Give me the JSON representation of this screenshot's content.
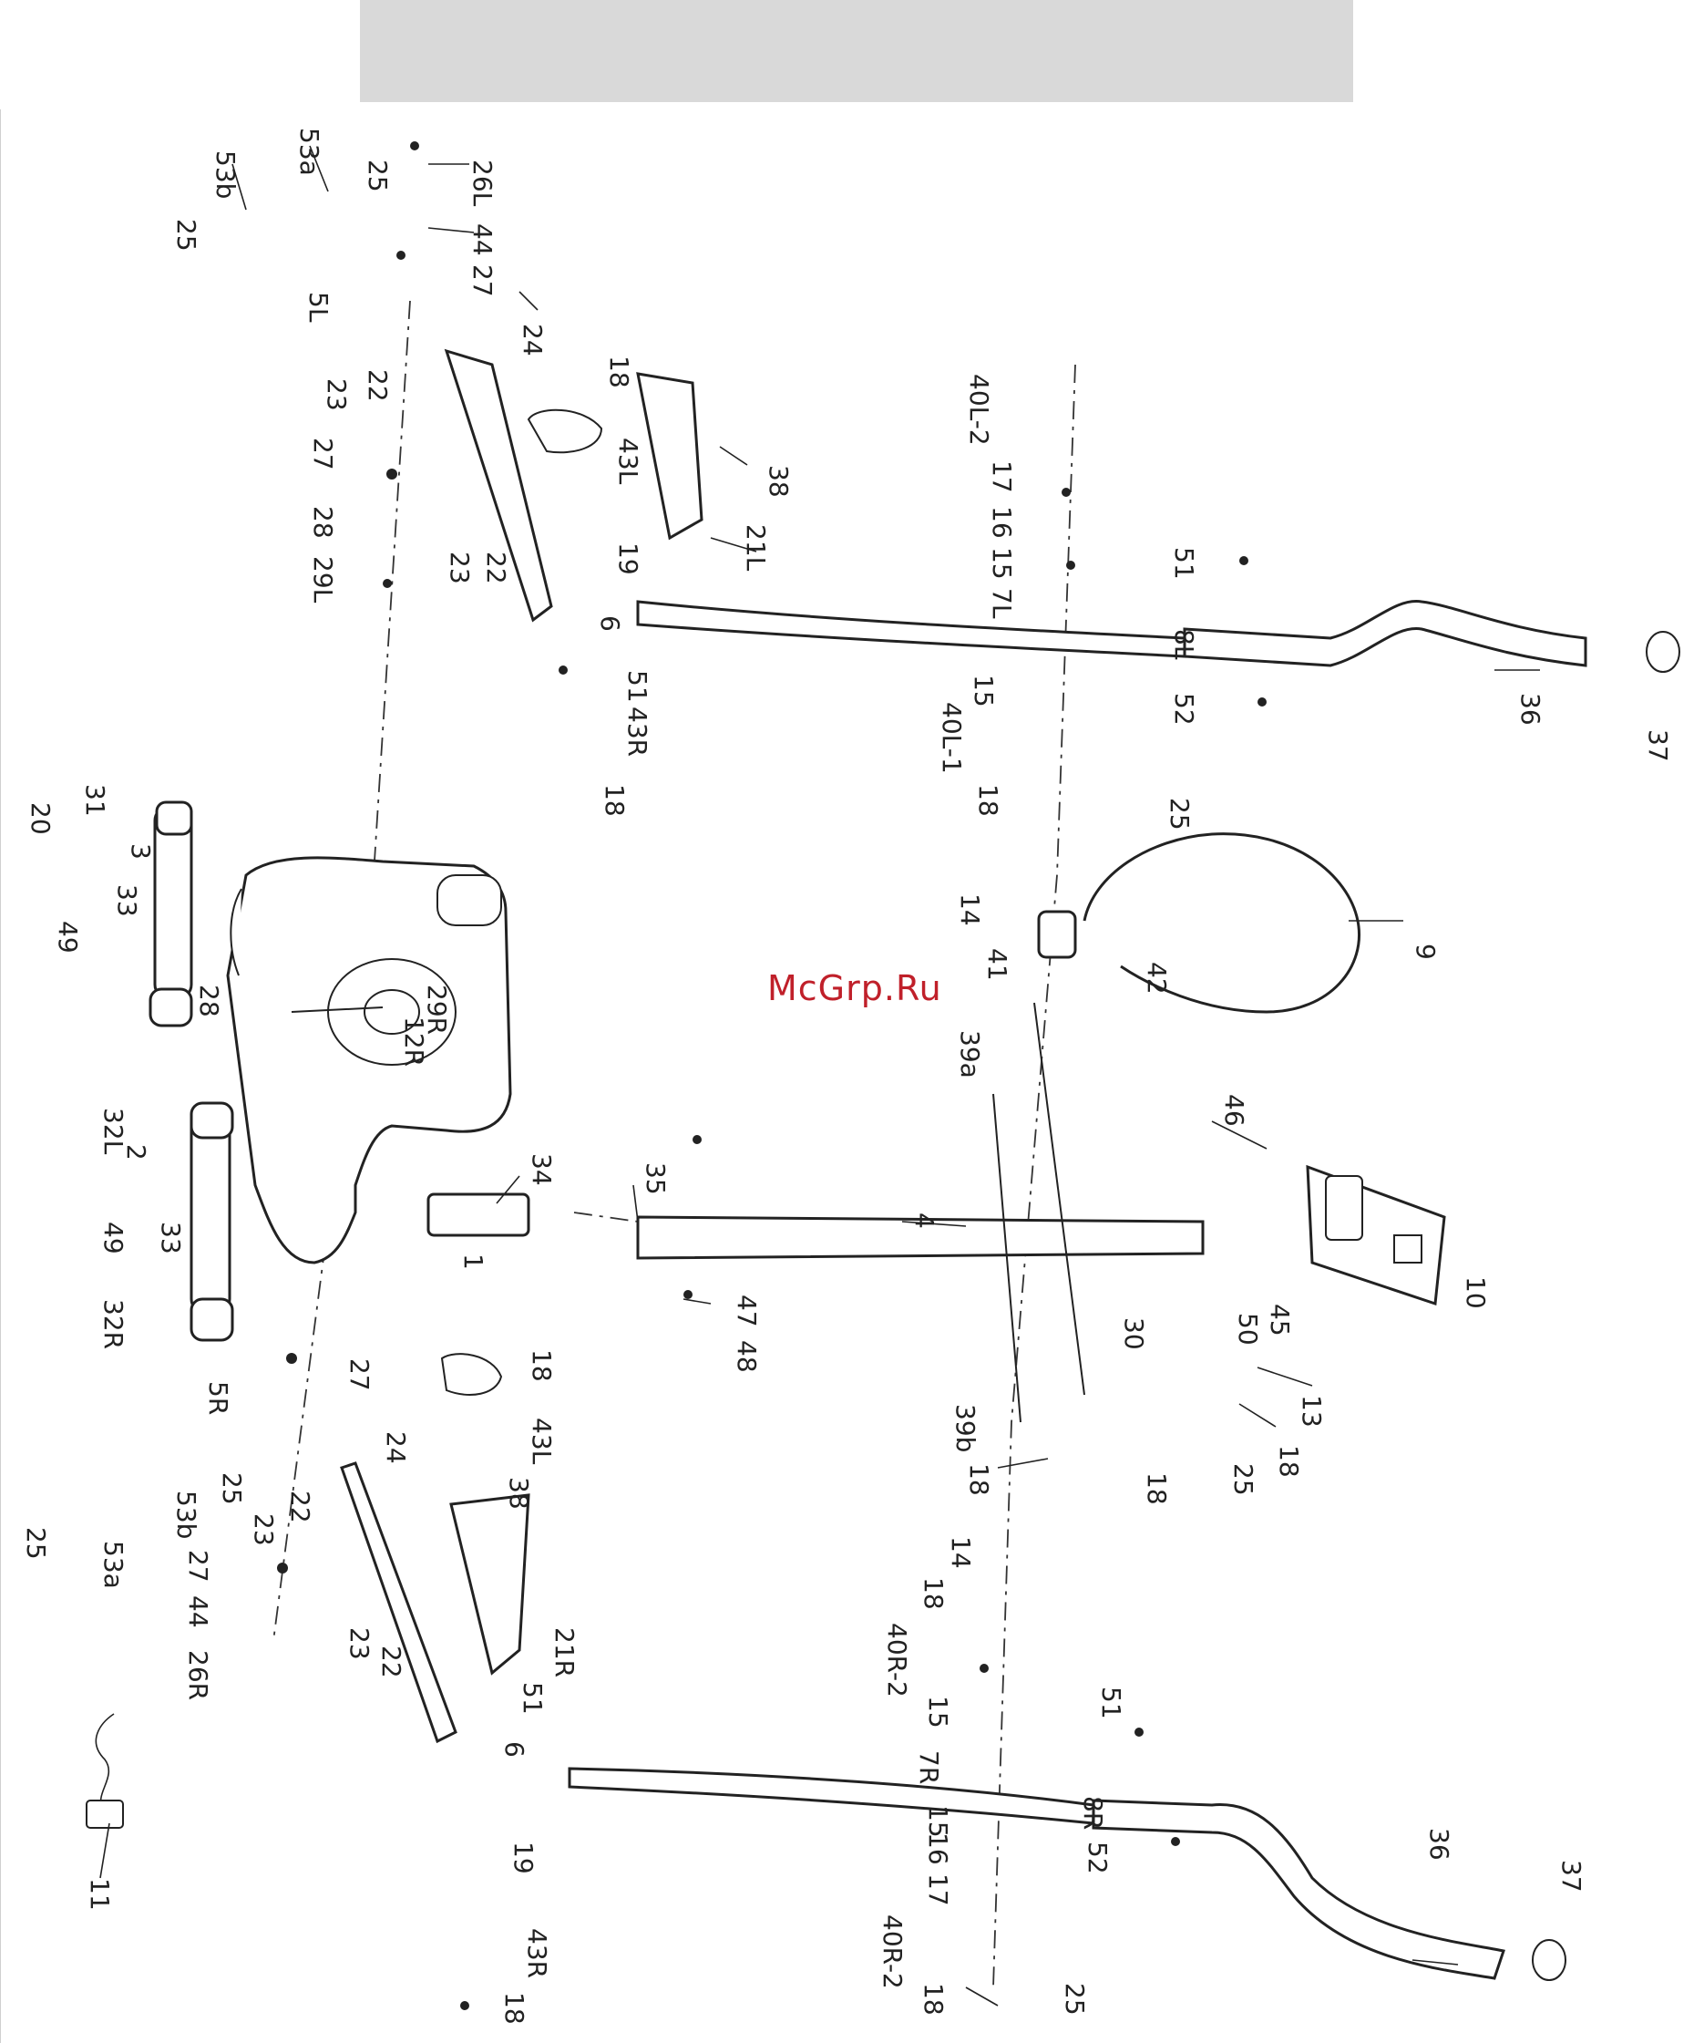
{
  "watermark": "McGrp.Ru",
  "callouts": [
    {
      "id": "c53a_top",
      "text": "53a"
    },
    {
      "id": "c53b_top",
      "text": "53b"
    },
    {
      "id": "c25_a",
      "text": "25"
    },
    {
      "id": "c25_b",
      "text": "25"
    },
    {
      "id": "c26L",
      "text": "26L"
    },
    {
      "id": "c44_top",
      "text": "44"
    },
    {
      "id": "c27_top",
      "text": "27"
    },
    {
      "id": "c5L",
      "text": "5L"
    },
    {
      "id": "c24_top",
      "text": "24"
    },
    {
      "id": "c22_top",
      "text": "22"
    },
    {
      "id": "c23_top",
      "text": "23"
    },
    {
      "id": "c18_top",
      "text": "18"
    },
    {
      "id": "c43L_top",
      "text": "43L"
    },
    {
      "id": "c38_top",
      "text": "38"
    },
    {
      "id": "c27_b",
      "text": "27"
    },
    {
      "id": "c28_top",
      "text": "28"
    },
    {
      "id": "c29L",
      "text": "29L"
    },
    {
      "id": "c23_b",
      "text": "23"
    },
    {
      "id": "c22_b",
      "text": "22"
    },
    {
      "id": "c19_top",
      "text": "19"
    },
    {
      "id": "c21L",
      "text": "21L"
    },
    {
      "id": "c6_top",
      "text": "6"
    },
    {
      "id": "c51_top",
      "text": "51"
    },
    {
      "id": "c43R_top",
      "text": "43R"
    },
    {
      "id": "c18_b",
      "text": "18"
    },
    {
      "id": "c40L2",
      "text": "40L-2"
    },
    {
      "id": "c17_top",
      "text": "17"
    },
    {
      "id": "c16_top",
      "text": "16"
    },
    {
      "id": "c15_top",
      "text": "15"
    },
    {
      "id": "c7L",
      "text": "7L"
    },
    {
      "id": "c8L",
      "text": "8L"
    },
    {
      "id": "c51_r",
      "text": "51"
    },
    {
      "id": "c52_top",
      "text": "52"
    },
    {
      "id": "c36_top",
      "text": "36"
    },
    {
      "id": "c37_top",
      "text": "37"
    },
    {
      "id": "c15_b",
      "text": "15"
    },
    {
      "id": "c40L1",
      "text": "40L-1"
    },
    {
      "id": "c18_c",
      "text": "18"
    },
    {
      "id": "c25_c",
      "text": "25"
    },
    {
      "id": "c14_top",
      "text": "14"
    },
    {
      "id": "c41",
      "text": "41"
    },
    {
      "id": "c42",
      "text": "42"
    },
    {
      "id": "c9",
      "text": "9"
    },
    {
      "id": "c31",
      "text": "31"
    },
    {
      "id": "c20",
      "text": "20"
    },
    {
      "id": "c3",
      "text": "3"
    },
    {
      "id": "c33_top",
      "text": "33"
    },
    {
      "id": "c49_top",
      "text": "49"
    },
    {
      "id": "c28_mid",
      "text": "28"
    },
    {
      "id": "c29R",
      "text": "29R"
    },
    {
      "id": "c12R",
      "text": "12R"
    },
    {
      "id": "c39a",
      "text": "39a"
    },
    {
      "id": "c46",
      "text": "46"
    },
    {
      "id": "c32L",
      "text": "32L"
    },
    {
      "id": "c2",
      "text": "2"
    },
    {
      "id": "c33_b",
      "text": "33"
    },
    {
      "id": "c49_b",
      "text": "49"
    },
    {
      "id": "c32R",
      "text": "32R"
    },
    {
      "id": "c34",
      "text": "34"
    },
    {
      "id": "c35",
      "text": "35"
    },
    {
      "id": "c1",
      "text": "1"
    },
    {
      "id": "c4",
      "text": "4"
    },
    {
      "id": "c47",
      "text": "47"
    },
    {
      "id": "c48",
      "text": "48"
    },
    {
      "id": "c10",
      "text": "10"
    },
    {
      "id": "c45",
      "text": "45"
    },
    {
      "id": "c50",
      "text": "50"
    },
    {
      "id": "c30",
      "text": "30"
    },
    {
      "id": "c13",
      "text": "13"
    },
    {
      "id": "c18_d",
      "text": "18"
    },
    {
      "id": "c25_d",
      "text": "25"
    },
    {
      "id": "c39b",
      "text": "39b"
    },
    {
      "id": "c18_e",
      "text": "18"
    },
    {
      "id": "c18_f",
      "text": "18"
    },
    {
      "id": "c27_c",
      "text": "27"
    },
    {
      "id": "c5R",
      "text": "5R"
    },
    {
      "id": "c25_e",
      "text": "25"
    },
    {
      "id": "c53b_bot",
      "text": "53b"
    },
    {
      "id": "c53a_bot",
      "text": "53a"
    },
    {
      "id": "c25_f",
      "text": "25"
    },
    {
      "id": "c23_c",
      "text": "23"
    },
    {
      "id": "c22_c",
      "text": "22"
    },
    {
      "id": "c24_b",
      "text": "24"
    },
    {
      "id": "c27_d",
      "text": "27"
    },
    {
      "id": "c44_b",
      "text": "44"
    },
    {
      "id": "c26R",
      "text": "26R"
    },
    {
      "id": "c18_g",
      "text": "18"
    },
    {
      "id": "c43L_b",
      "text": "43L"
    },
    {
      "id": "c38_b",
      "text": "38"
    },
    {
      "id": "c21R",
      "text": "21R"
    },
    {
      "id": "c23_d",
      "text": "23"
    },
    {
      "id": "c22_d",
      "text": "22"
    },
    {
      "id": "c51_b",
      "text": "51"
    },
    {
      "id": "c6_b",
      "text": "6"
    },
    {
      "id": "c19_b",
      "text": "19"
    },
    {
      "id": "c43R_b",
      "text": "43R"
    },
    {
      "id": "c18_h",
      "text": "18"
    },
    {
      "id": "c11",
      "text": "11"
    },
    {
      "id": "c14_b",
      "text": "14"
    },
    {
      "id": "c18_i",
      "text": "18"
    },
    {
      "id": "c40R2_a",
      "text": "40R-2"
    },
    {
      "id": "c15_c",
      "text": "15"
    },
    {
      "id": "c7R",
      "text": "7R"
    },
    {
      "id": "c51_br",
      "text": "51"
    },
    {
      "id": "c8R",
      "text": "8R"
    },
    {
      "id": "c52_b",
      "text": "52"
    },
    {
      "id": "c15_d",
      "text": "15"
    },
    {
      "id": "c16_b",
      "text": "16"
    },
    {
      "id": "c17_b",
      "text": "17"
    },
    {
      "id": "c40R2_b",
      "text": "40R-2"
    },
    {
      "id": "c18_j",
      "text": "18"
    },
    {
      "id": "c36_b",
      "text": "36"
    },
    {
      "id": "c37_b",
      "text": "37"
    },
    {
      "id": "c25_g",
      "text": "25"
    }
  ]
}
